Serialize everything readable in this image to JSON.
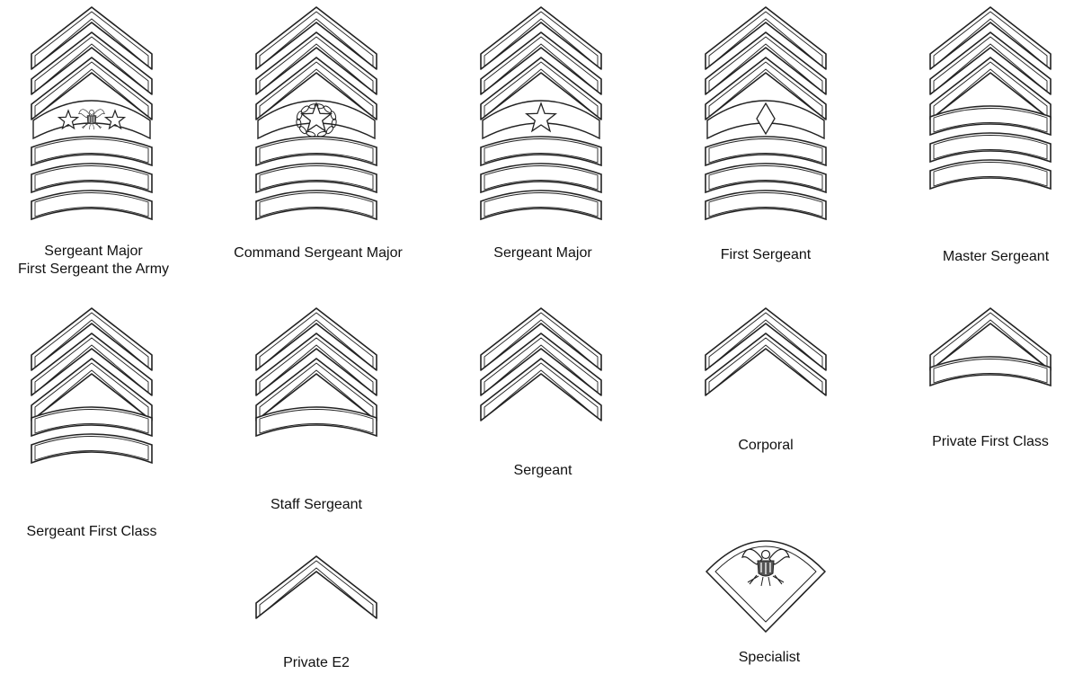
{
  "colors": {
    "stroke": "#222222",
    "fill": "#ffffff",
    "text": "#111111"
  },
  "insignia": [
    {
      "id": "sergeant-major-of-the-army",
      "lines": [
        "Sergeant Major",
        "First Sergeant the Army"
      ],
      "chevrons": 3,
      "rockers": 3,
      "device": "eagle-two-stars"
    },
    {
      "id": "command-sergeant-major",
      "lines": [
        "Command Sergeant Major"
      ],
      "chevrons": 3,
      "rockers": 3,
      "device": "star-in-wreath"
    },
    {
      "id": "sergeant-major",
      "lines": [
        "Sergeant Major"
      ],
      "chevrons": 3,
      "rockers": 3,
      "device": "star"
    },
    {
      "id": "first-sergeant",
      "lines": [
        "First Sergeant"
      ],
      "chevrons": 3,
      "rockers": 3,
      "device": "lozenge"
    },
    {
      "id": "master-sergeant",
      "lines": [
        "Master Sergeant"
      ],
      "chevrons": 3,
      "rockers": 3,
      "device": "none"
    },
    {
      "id": "sergeant-first-class",
      "lines": [
        "Sergeant First Class"
      ],
      "chevrons": 3,
      "rockers": 2,
      "device": "none"
    },
    {
      "id": "staff-sergeant",
      "lines": [
        "Staff Sergeant"
      ],
      "chevrons": 3,
      "rockers": 1,
      "device": "none"
    },
    {
      "id": "sergeant",
      "lines": [
        "Sergeant"
      ],
      "chevrons": 3,
      "rockers": 0,
      "device": "none"
    },
    {
      "id": "corporal",
      "lines": [
        "Corporal"
      ],
      "chevrons": 2,
      "rockers": 0,
      "device": "none"
    },
    {
      "id": "private-first-class",
      "lines": [
        "Private First Class"
      ],
      "chevrons": 1,
      "rockers": 1,
      "device": "none"
    },
    {
      "id": "private-e2",
      "lines": [
        "Private E2"
      ],
      "chevrons": 1,
      "rockers": 0,
      "device": "none"
    },
    {
      "id": "specialist",
      "lines": [
        "Specialist"
      ],
      "chevrons": 0,
      "rockers": 0,
      "device": "eagle"
    }
  ]
}
